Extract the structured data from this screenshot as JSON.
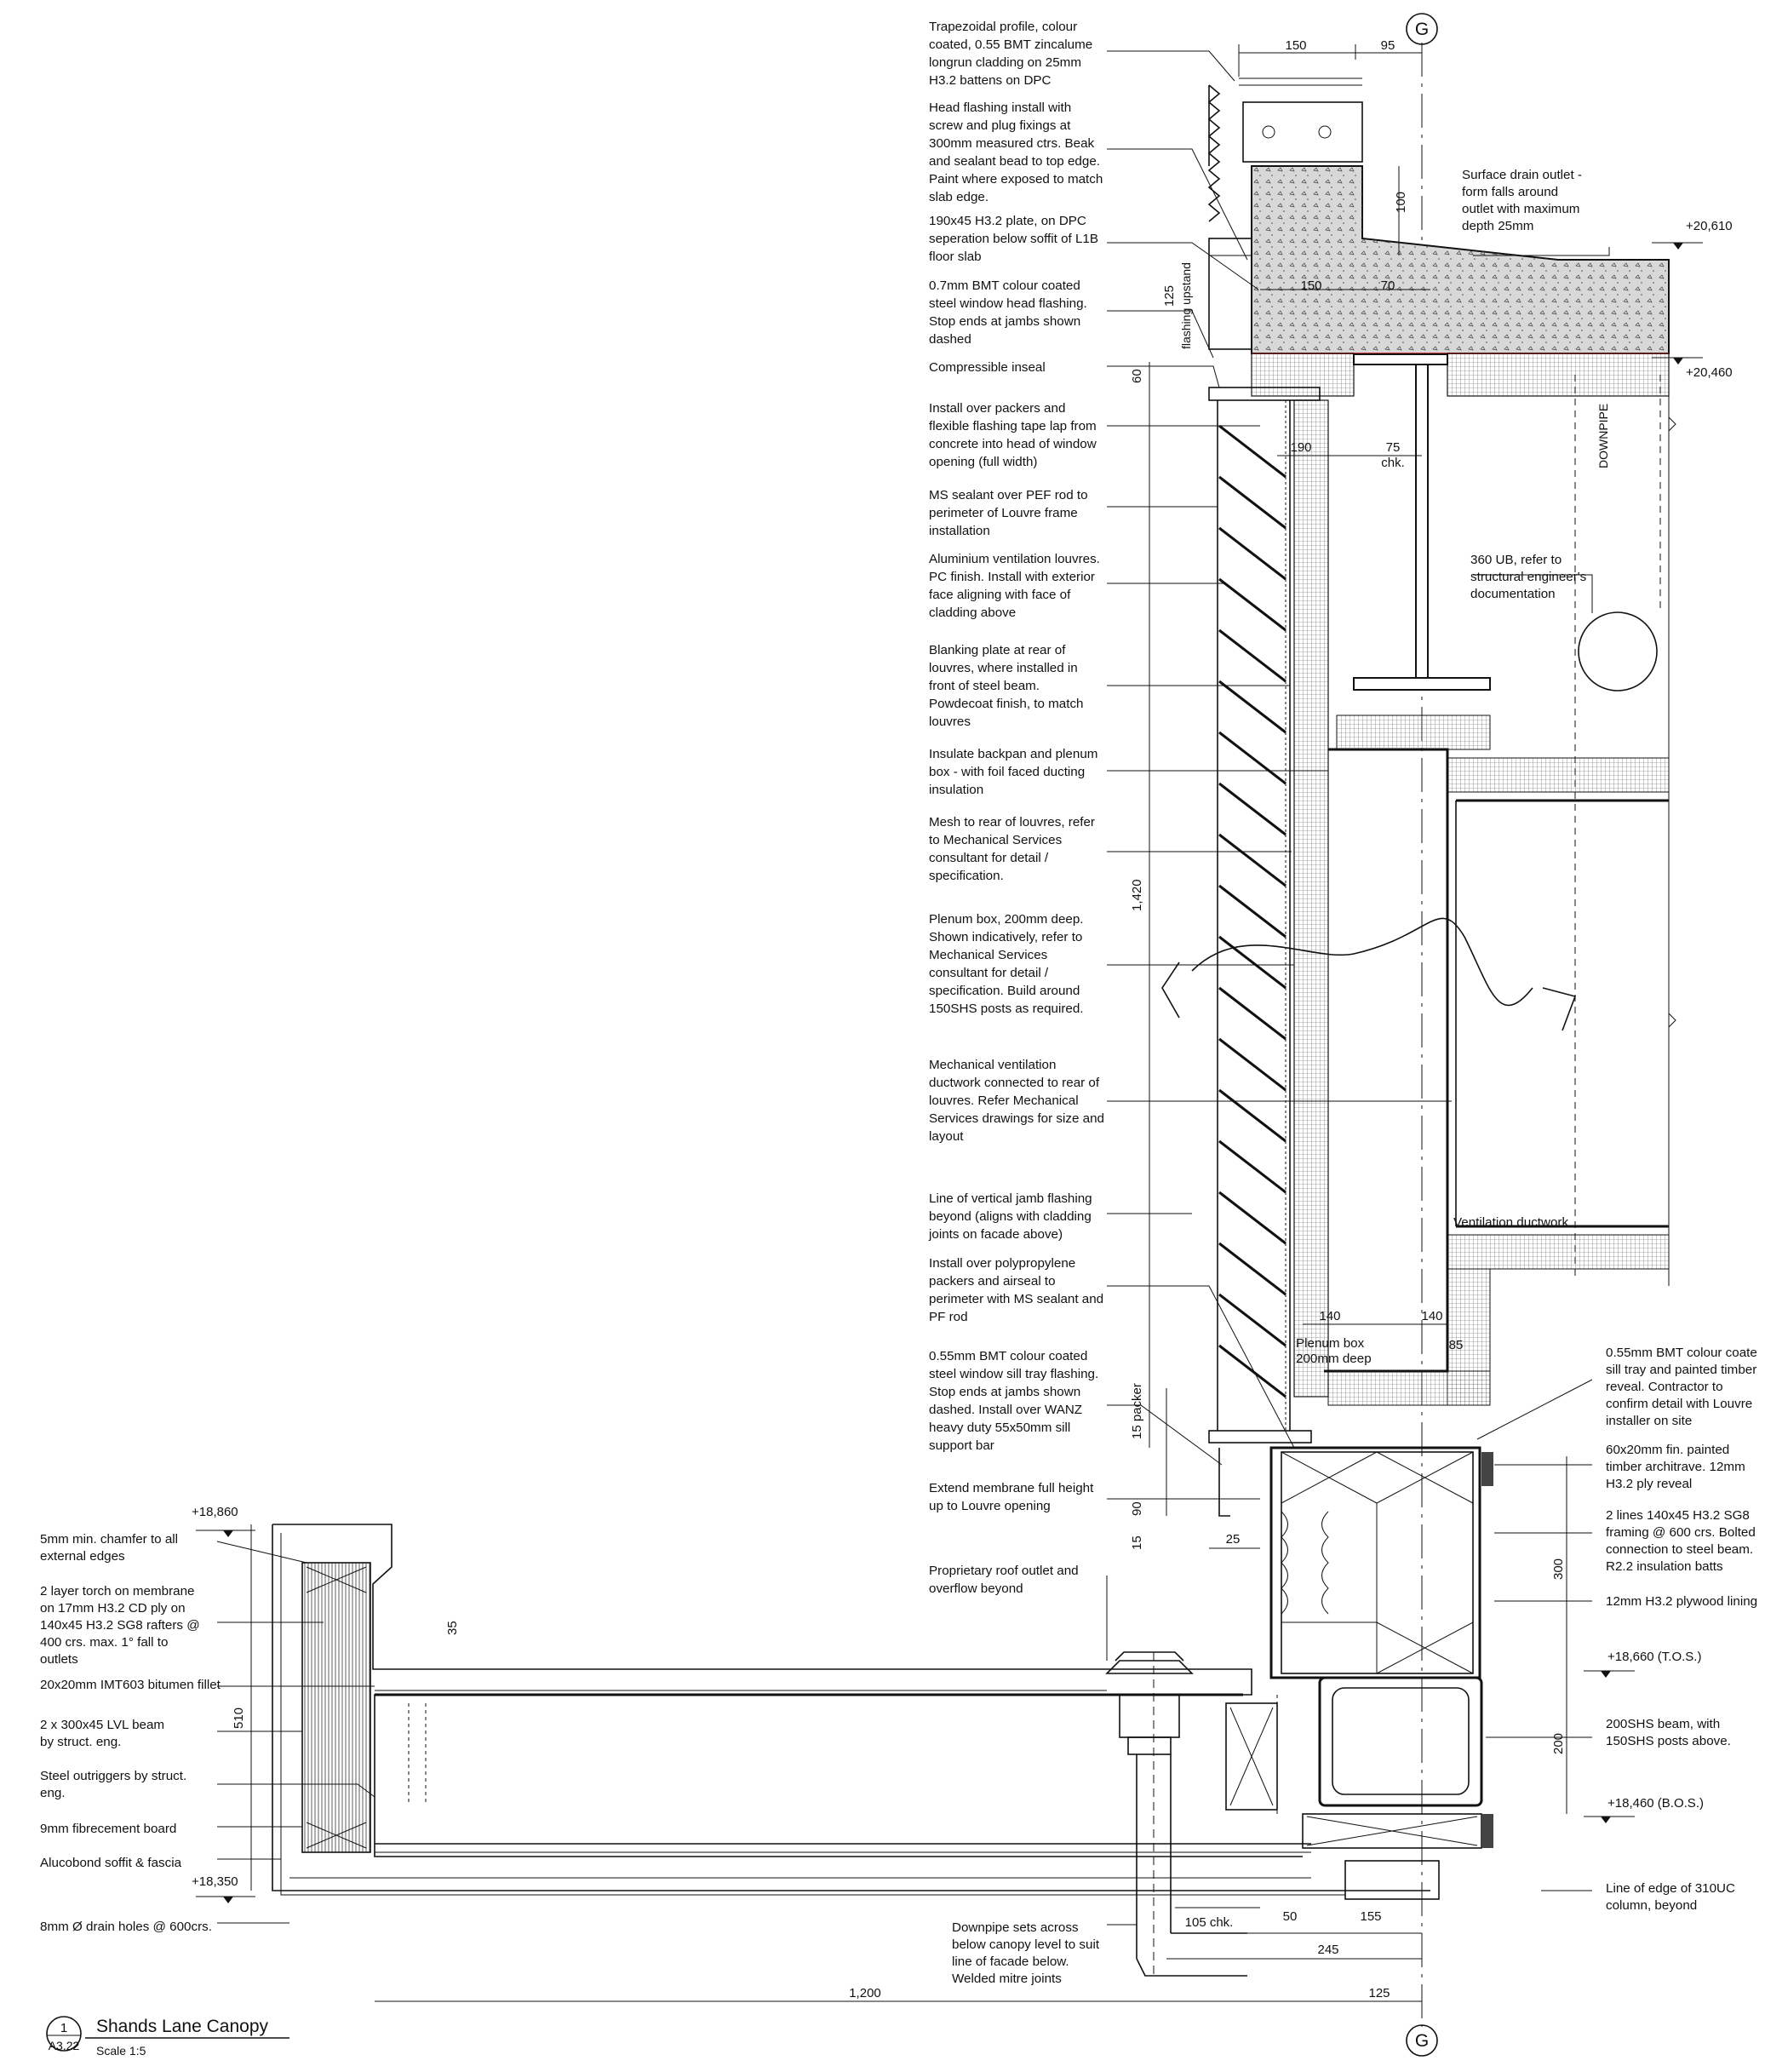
{
  "title": {
    "number": "1",
    "sheet": "A3.22",
    "name": "Shands Lane Canopy",
    "scale": "Scale 1:5"
  },
  "grid": {
    "top": "G",
    "bottom": "G"
  },
  "notes_left_top": [
    [
      "Trapezoidal profile, colour",
      "coated, 0.55 BMT zincalume",
      "longrun cladding on 25mm",
      "H3.2 battens on DPC"
    ],
    [
      "Head flashing install with",
      "screw and plug fixings at",
      "300mm measured ctrs.  Beak",
      "and sealant bead to top edge.",
      "Paint where exposed to match",
      "slab edge."
    ],
    [
      "190x45 H3.2 plate, on DPC",
      "seperation below soffit of L1B",
      "floor slab"
    ],
    [
      "0.7mm BMT colour coated",
      "steel window head flashing.",
      "Stop ends at jambs shown",
      "dashed"
    ],
    [
      "Compressible inseal"
    ],
    [
      "Install over packers and",
      "flexible flashing tape lap from",
      "concrete into head of window",
      "opening (full width)"
    ],
    [
      "MS sealant over PEF rod to",
      "perimeter of Louvre frame",
      "installation"
    ],
    [
      "Aluminium ventilation louvres.",
      "PC finish.  Install with exterior",
      "face aligning with face of",
      "cladding above"
    ],
    [
      "Blanking plate at rear of",
      "louvres, where installed in",
      "front of steel beam.",
      "Powdecoat finish, to match",
      "louvres"
    ],
    [
      "Insulate backpan and plenum",
      "box - with foil faced ducting",
      "insulation"
    ],
    [
      "Mesh to rear of louvres, refer",
      "to Mechanical Services",
      "consultant for detail /",
      "specification."
    ],
    [
      "Plenum box, 200mm deep.",
      "Shown indicatively, refer to",
      "Mechanical Services",
      "consultant for detail /",
      "specification.  Build around",
      "150SHS posts as required."
    ],
    [
      "Mechanical ventilation",
      "ductwork connected to rear of",
      "louvres.  Refer Mechanical",
      "Services drawings for size and",
      "layout"
    ],
    [
      "Line of vertical jamb flashing",
      "beyond (aligns with cladding",
      "joints on facade above)"
    ],
    [
      "Install over polypropylene",
      "packers and airseal to",
      "perimeter with MS sealant and",
      "PF rod"
    ],
    [
      "0.55mm BMT colour coated",
      "steel window sill tray flashing.",
      "Stop ends at jambs shown",
      "dashed.  Install over WANZ",
      "heavy duty 55x50mm sill",
      "support bar"
    ],
    [
      "Extend membrane full height",
      "up to Louvre opening"
    ],
    [
      "Proprietary roof outlet and",
      "overflow beyond"
    ]
  ],
  "notes_right": [
    [
      "Surface drain outlet -",
      "form falls around",
      "outlet with maximum",
      "depth 25mm"
    ],
    [
      "360 UB, refer to",
      "structural engineer's",
      "documentation"
    ],
    [
      "Ventilation ductwork"
    ],
    [
      "0.55mm BMT colour coate",
      "sill tray and painted timber",
      "reveal.  Contractor to",
      "confirm detail with Louvre",
      "installer on site"
    ],
    [
      "60x20mm fin. painted",
      "timber  architrave.  12mm",
      "H3.2 ply reveal"
    ],
    [
      "2 lines 140x45 H3.2 SG8",
      "framing @ 600 crs. Bolted",
      "connection to steel beam.",
      "R2.2 insulation batts"
    ],
    [
      "12mm H3.2 plywood lining"
    ],
    [
      "200SHS beam, with",
      "150SHS posts above."
    ],
    [
      "Line of edge of 310UC",
      "column, beyond"
    ]
  ],
  "notes_canopy": [
    [
      "5mm min. chamfer to all",
      "external edges"
    ],
    [
      "2 layer torch on membrane",
      "on 17mm H3.2 CD ply on",
      "140x45 H3.2 SG8 rafters @",
      "400 crs. max. 1° fall to",
      "outlets"
    ],
    [
      "20x20mm IMT603 bitumen fillet"
    ],
    [
      "2 x 300x45 LVL beam",
      "by struct. eng."
    ],
    [
      "Steel outriggers by struct.",
      "eng."
    ],
    [
      "9mm fibrecement board"
    ],
    [
      "Alucobond soffit & fascia"
    ],
    [
      "8mm Ø drain holes @ 600crs."
    ]
  ],
  "note_downpipe": [
    "Downpipe sets across",
    "below canopy level to suit",
    "line of facade below.",
    "Welded mitre joints"
  ],
  "levels": {
    "l20610": "+20,610",
    "l20460": "+20,460",
    "l18860": "+18,860",
    "l18350": "+18,350",
    "l18660": "+18,660 (T.O.S.)",
    "l18460": "+18,460 (B.O.S.)"
  },
  "dims": {
    "d150_top": "150",
    "d95": "95",
    "d100": "100",
    "d150_mid": "150",
    "d70": "70",
    "d125": "125",
    "flashing_upstand": "flashing upstand",
    "d60": "60",
    "d190": "190",
    "d75": "75",
    "chk": "chk.",
    "d1420": "1,420",
    "d140a": "140",
    "d140b": "140",
    "d85": "85",
    "d15_packer": "15 packer",
    "d90": "90",
    "d15": "15",
    "d25": "25",
    "d35": "35",
    "d510": "510",
    "d300": "300",
    "d200": "200",
    "d105": "105 chk.",
    "d50": "50",
    "d155": "155",
    "d245": "245",
    "d1200": "1,200",
    "d125_bottom": "125"
  },
  "labels": {
    "downpipe": "DOWNPIPE",
    "plenum": [
      "Plenum box",
      "200mm deep"
    ]
  }
}
